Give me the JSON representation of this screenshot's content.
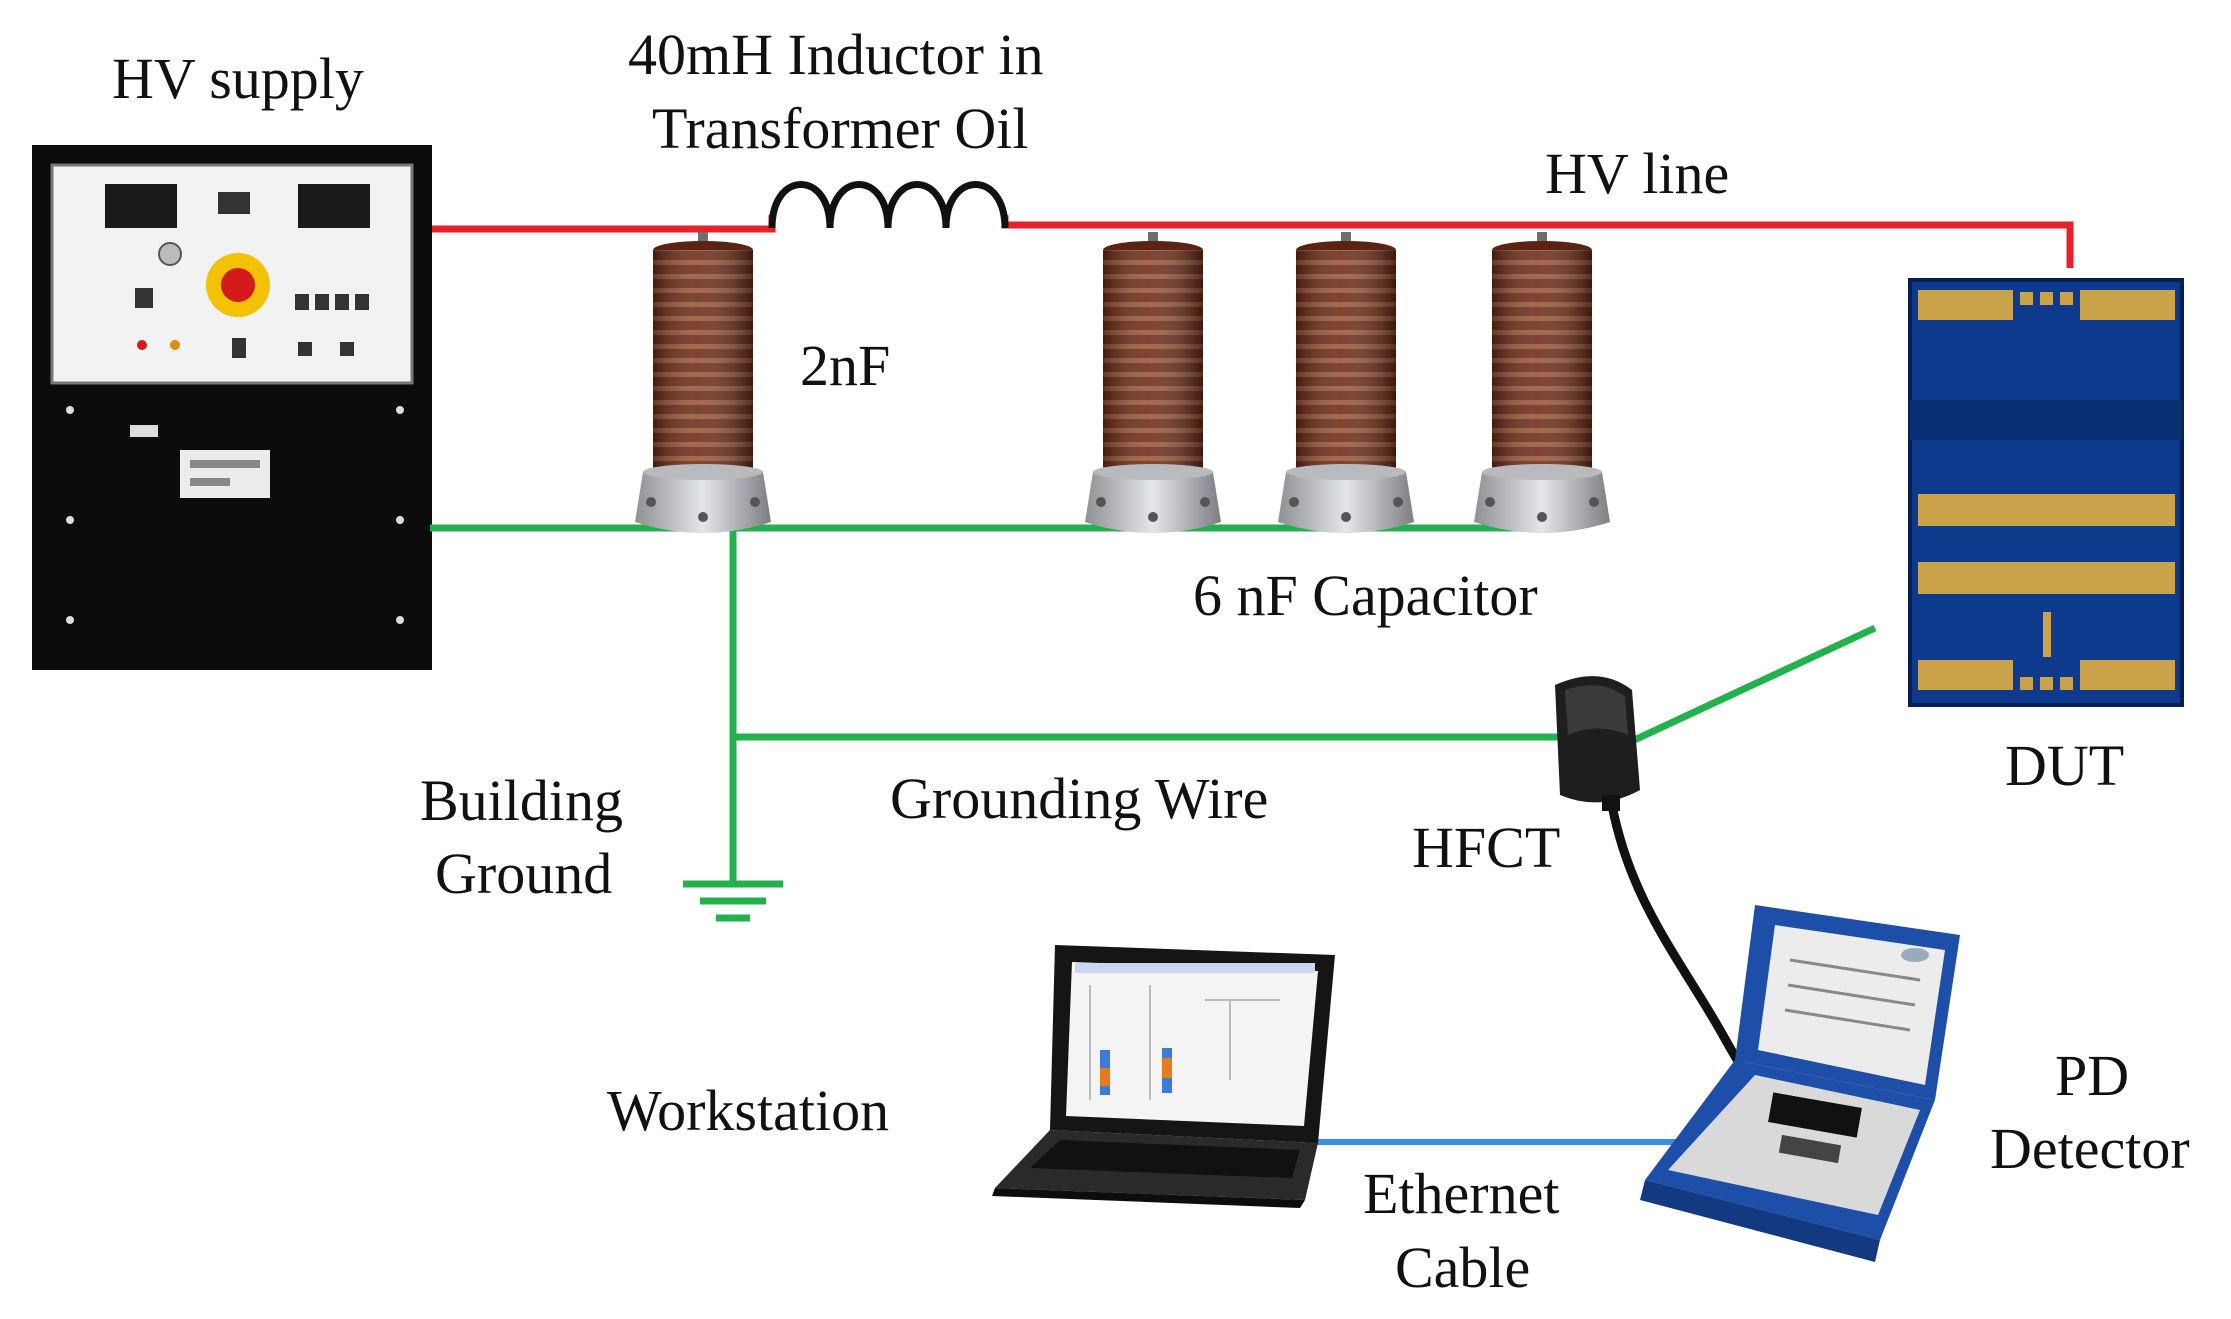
{
  "labels": {
    "hv_supply": "HV supply",
    "inductor_line1": "40mH Inductor in",
    "inductor_line2": "Transformer Oil",
    "hv_line": "HV line",
    "cap_2nf": "2nF",
    "cap_6nf": "6 nF Capacitor",
    "dut": "DUT",
    "building_ground_line1": "Building",
    "building_ground_line2": "Ground",
    "grounding_wire": "Grounding Wire",
    "hfct": "HFCT",
    "workstation": "Workstation",
    "ethernet_line1": "Ethernet",
    "ethernet_line2": "Cable",
    "pd_detector_line1": "PD",
    "pd_detector_line2": "Detector"
  },
  "colors": {
    "hv_wire": "#e8202a",
    "ground_wire": "#22b14c",
    "ethernet_wire": "#3a8ee6",
    "signal_cable": "#111111",
    "capacitor_body": "#6b2a17",
    "capacitor_stripe": "#a25a3c",
    "dut_board": "#0d3a8c",
    "dut_pad": "#c9a24a",
    "detector_case": "#1d4fa8"
  }
}
